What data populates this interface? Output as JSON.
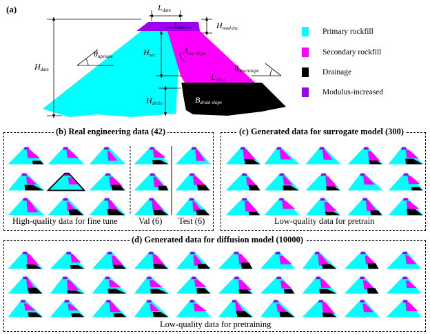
{
  "panel_a": {
    "label": "(a)",
    "dims": {
      "L_dam": {
        "main": "L",
        "sub": "dam"
      },
      "L_sec": {
        "main": "L",
        "sub": "sec"
      },
      "H_mod": {
        "main": "H",
        "sub": "mod-inc."
      },
      "H_dam": {
        "main": "H",
        "sub": "dam"
      },
      "H_sec": {
        "main": "H",
        "sub": "sec"
      },
      "theta_up": {
        "main": "θ",
        "sub": "upslope"
      },
      "A_sec": {
        "main": "A",
        "sub": "sec slope"
      },
      "theta_down": {
        "main": "θ",
        "sub": "downslope"
      },
      "L_drain": {
        "main": "L",
        "sub": "drain"
      },
      "H_drain": {
        "main": "H",
        "sub": "drain"
      },
      "B_drain": {
        "main": "B",
        "sub": "drain slope"
      }
    },
    "legend": [
      {
        "label": "Primary rockfill",
        "color": "#00FFFF"
      },
      {
        "label": "Secondary rockfill",
        "color": "#FF00FF"
      },
      {
        "label": "Drainage",
        "color": "#000000"
      },
      {
        "label": "Modulus-increased",
        "color": "#9B00F0"
      }
    ]
  },
  "panel_b": {
    "title": "(b) Real engineering data (42)",
    "captions": {
      "finetune": "High-quality data for fine tune",
      "val": "Val (6)",
      "test": "Test (6)"
    }
  },
  "panel_c": {
    "title": "(c) Generated data for surrogate model (300)",
    "caption": "Low-quality data for pretrain"
  },
  "panel_d": {
    "title": "(d) Generated data for diffusion model (10000)",
    "caption": "Low-quality data for pretraining"
  },
  "colors": {
    "primary": "#00FFFF",
    "secondary": "#FF00FF",
    "drainage": "#000000",
    "modulus": "#9B00F0"
  }
}
